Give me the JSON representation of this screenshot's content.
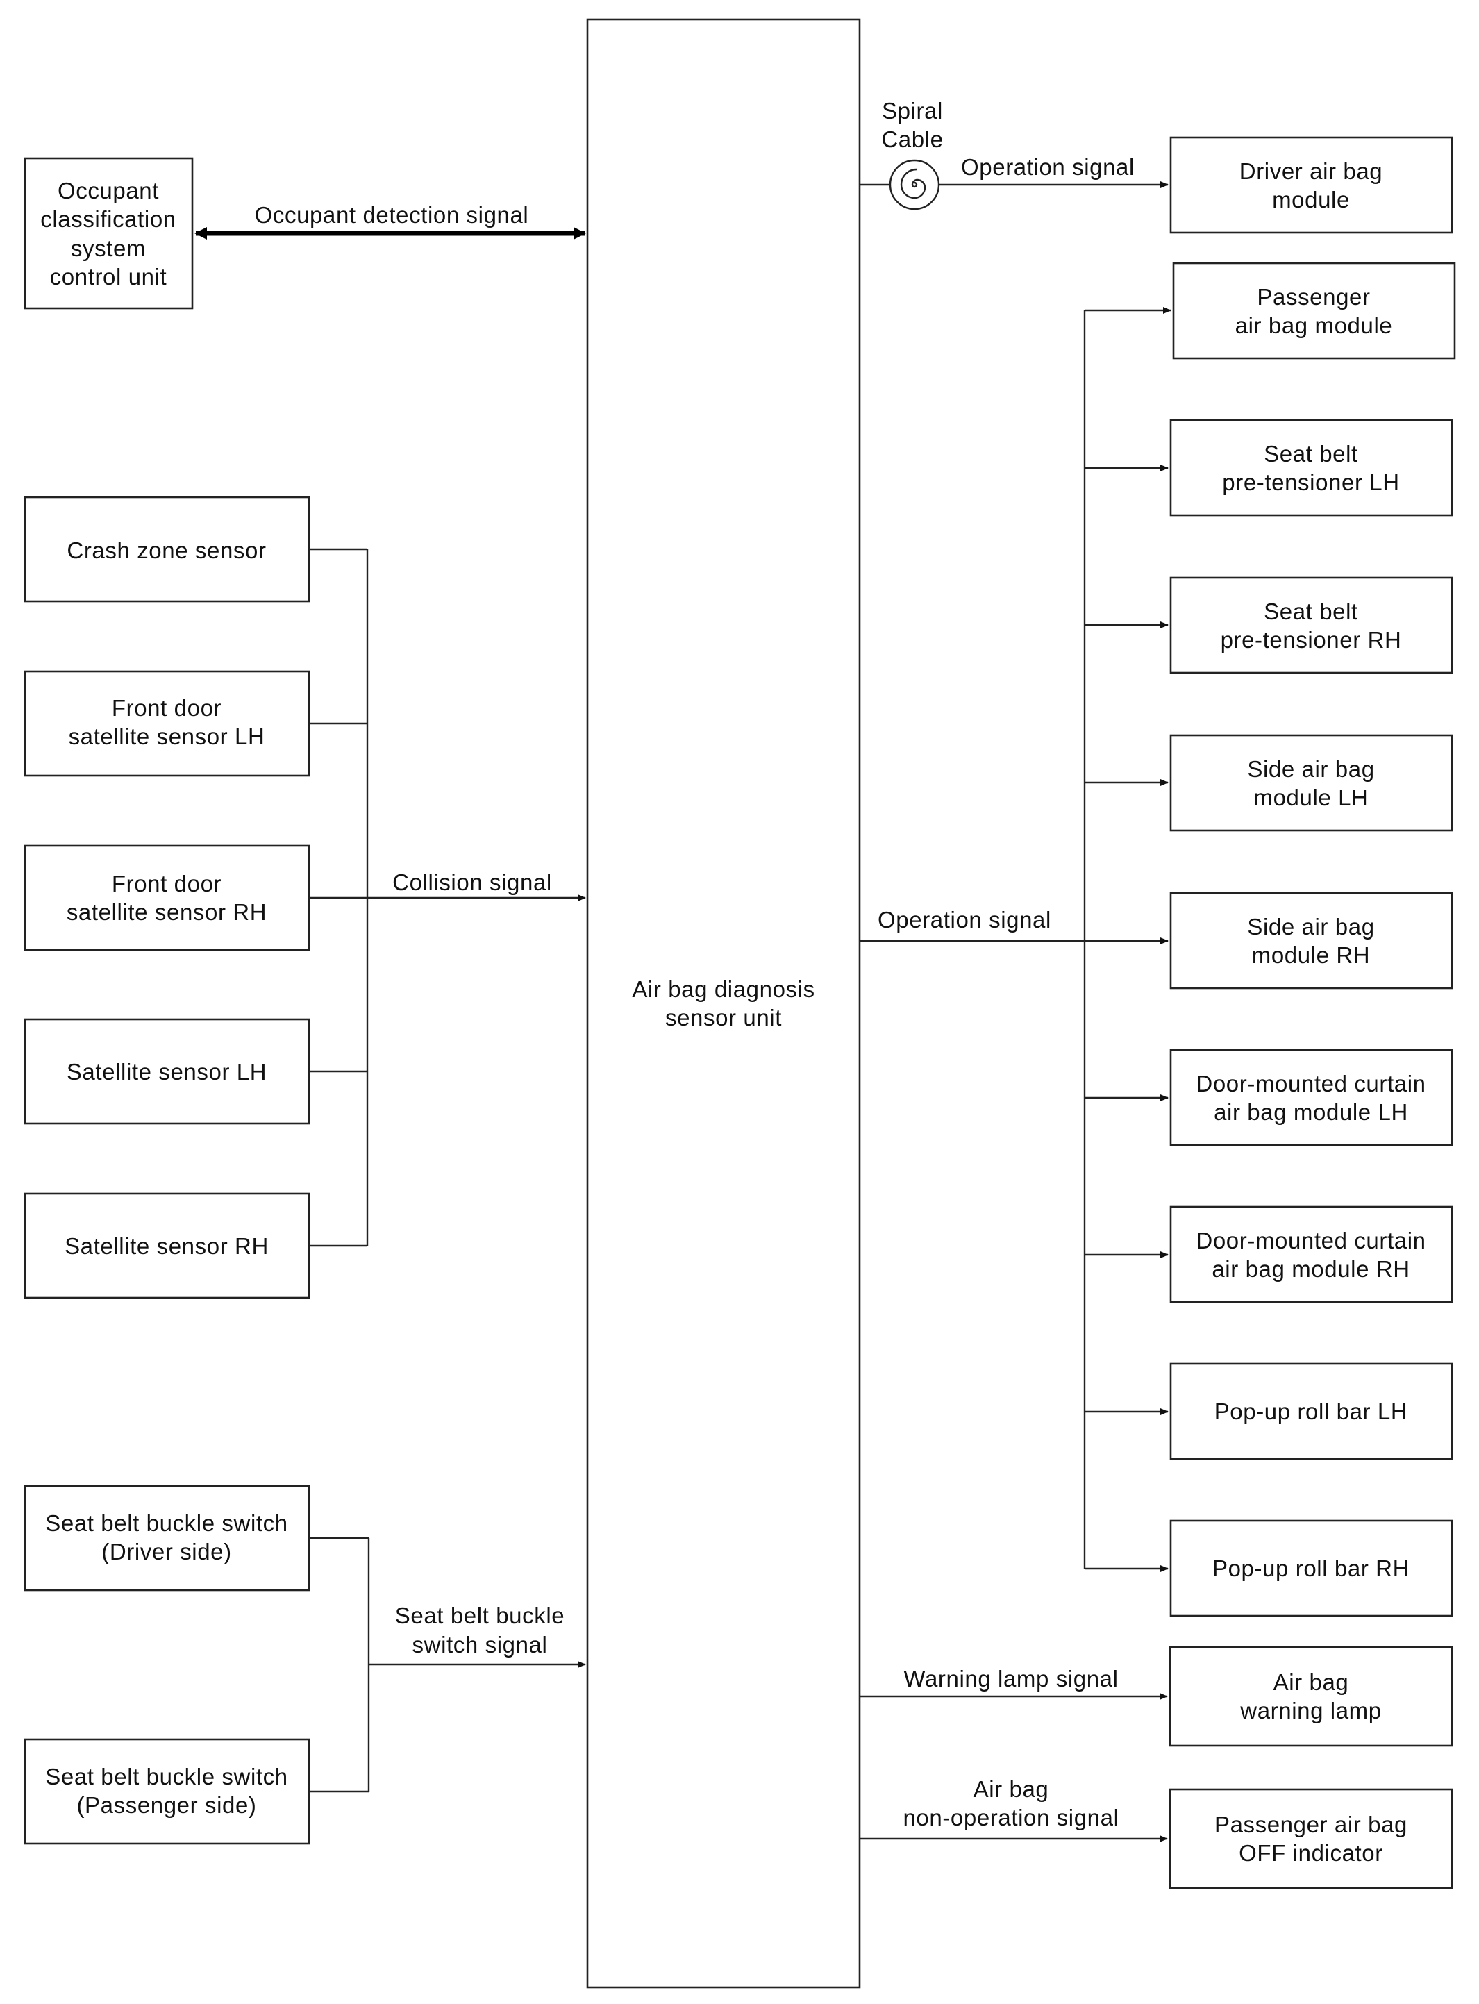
{
  "occupant_unit": {
    "lines": [
      "Occupant",
      "classification",
      "system",
      "control unit"
    ]
  },
  "main_unit": {
    "lines": [
      "Air bag diagnosis",
      "sensor unit"
    ]
  },
  "left_boxes": {
    "crash_zone": {
      "lines": [
        "Crash zone sensor"
      ]
    },
    "front_door_lh": {
      "lines": [
        "Front door",
        "satellite sensor LH"
      ]
    },
    "front_door_rh": {
      "lines": [
        "Front door",
        "satellite sensor RH"
      ]
    },
    "satellite_lh": {
      "lines": [
        "Satellite sensor LH"
      ]
    },
    "satellite_rh": {
      "lines": [
        "Satellite sensor RH"
      ]
    },
    "buckle_driver": {
      "lines": [
        "Seat belt buckle switch",
        "(Driver side)"
      ]
    },
    "buckle_passenger": {
      "lines": [
        "Seat belt buckle switch",
        "(Passenger side)"
      ]
    }
  },
  "right_boxes": {
    "driver_airbag": {
      "lines": [
        "Driver air bag",
        "module"
      ]
    },
    "passenger_airbag": {
      "lines": [
        "Passenger",
        "air bag module"
      ]
    },
    "pretensioner_lh": {
      "lines": [
        "Seat belt",
        "pre-tensioner LH"
      ]
    },
    "pretensioner_rh": {
      "lines": [
        "Seat belt",
        "pre-tensioner RH"
      ]
    },
    "side_airbag_lh": {
      "lines": [
        "Side air bag",
        "module LH"
      ]
    },
    "side_airbag_rh": {
      "lines": [
        "Side air bag",
        "module RH"
      ]
    },
    "curtain_lh": {
      "lines": [
        "Door-mounted curtain",
        "air bag module LH"
      ]
    },
    "curtain_rh": {
      "lines": [
        "Door-mounted curtain",
        "air bag module RH"
      ]
    },
    "rollbar_lh": {
      "lines": [
        "Pop-up roll bar LH"
      ]
    },
    "rollbar_rh": {
      "lines": [
        "Pop-up roll bar RH"
      ]
    },
    "warning_lamp": {
      "lines": [
        "Air bag",
        "warning lamp"
      ]
    },
    "off_indicator": {
      "lines": [
        "Passenger air bag",
        "OFF indicator"
      ]
    }
  },
  "signals": {
    "occupant_detection": "Occupant detection signal",
    "collision": "Collision signal",
    "buckle_signal": {
      "lines": [
        "Seat belt buckle",
        "switch signal"
      ]
    },
    "spiral_cable": {
      "lines": [
        "Spiral",
        "Cable"
      ]
    },
    "operation_top": "Operation signal",
    "operation_mid": "Operation signal",
    "warning_lamp": "Warning lamp signal",
    "non_operation": {
      "lines": [
        "Air bag",
        "non-operation signal"
      ]
    }
  },
  "colors": {
    "line": "#222222",
    "background": "#ffffff",
    "text": "#111111"
  }
}
